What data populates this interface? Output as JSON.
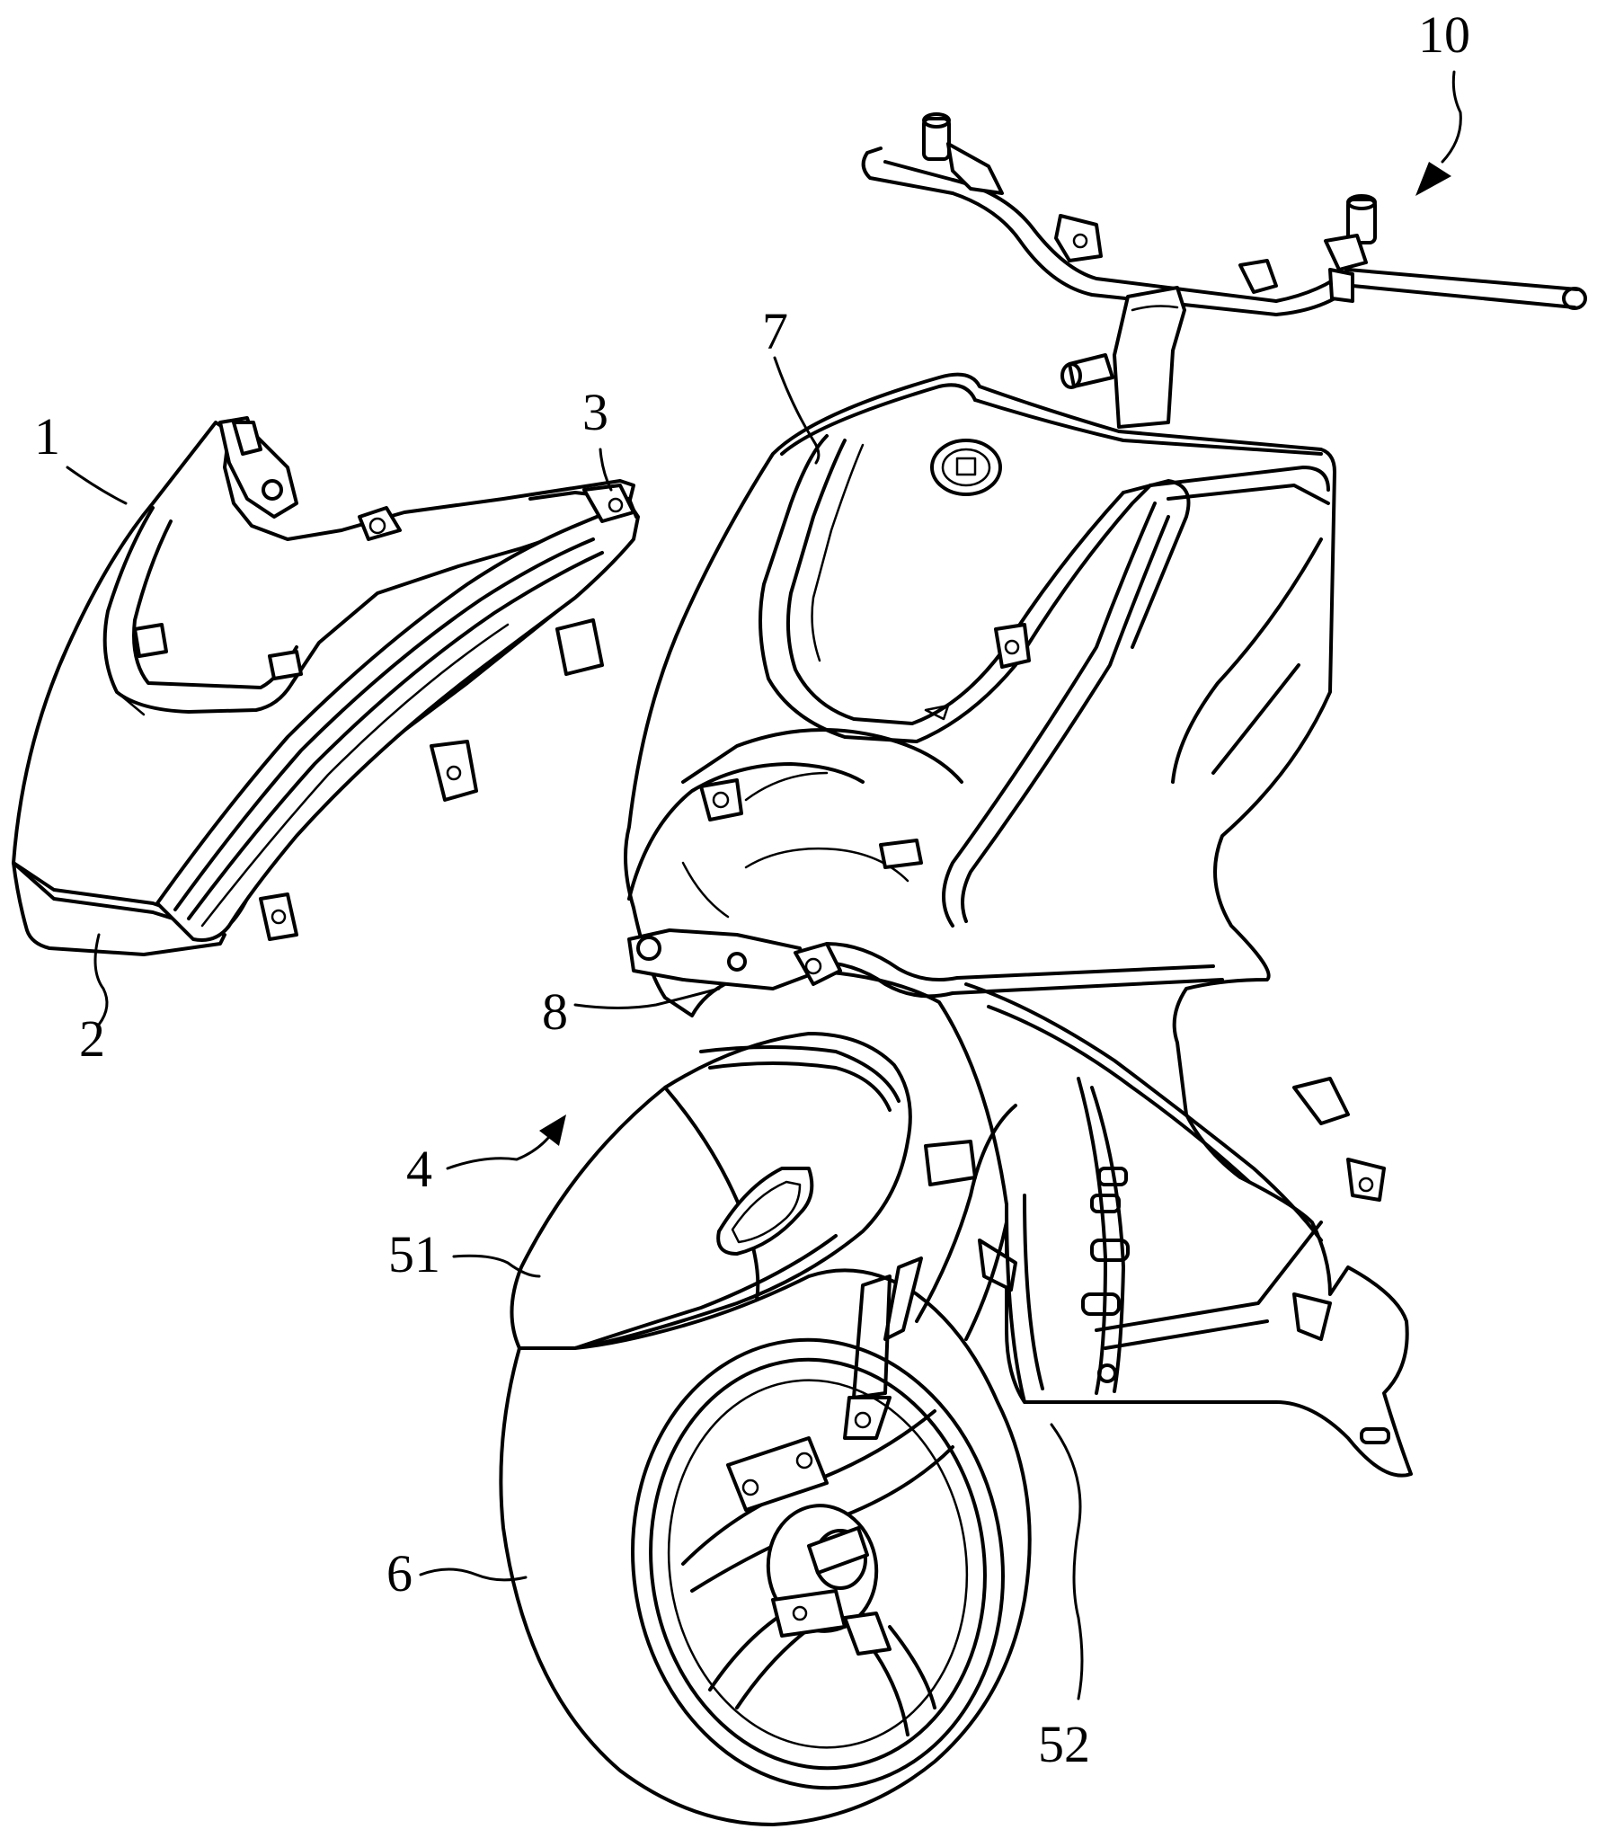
{
  "figure": {
    "labels": {
      "ref_1": "1",
      "ref_2": "2",
      "ref_3": "3",
      "ref_4": "4",
      "ref_51": "51",
      "ref_52": "52",
      "ref_6": "6",
      "ref_7": "7",
      "ref_8": "8",
      "ref_10": "10"
    }
  }
}
